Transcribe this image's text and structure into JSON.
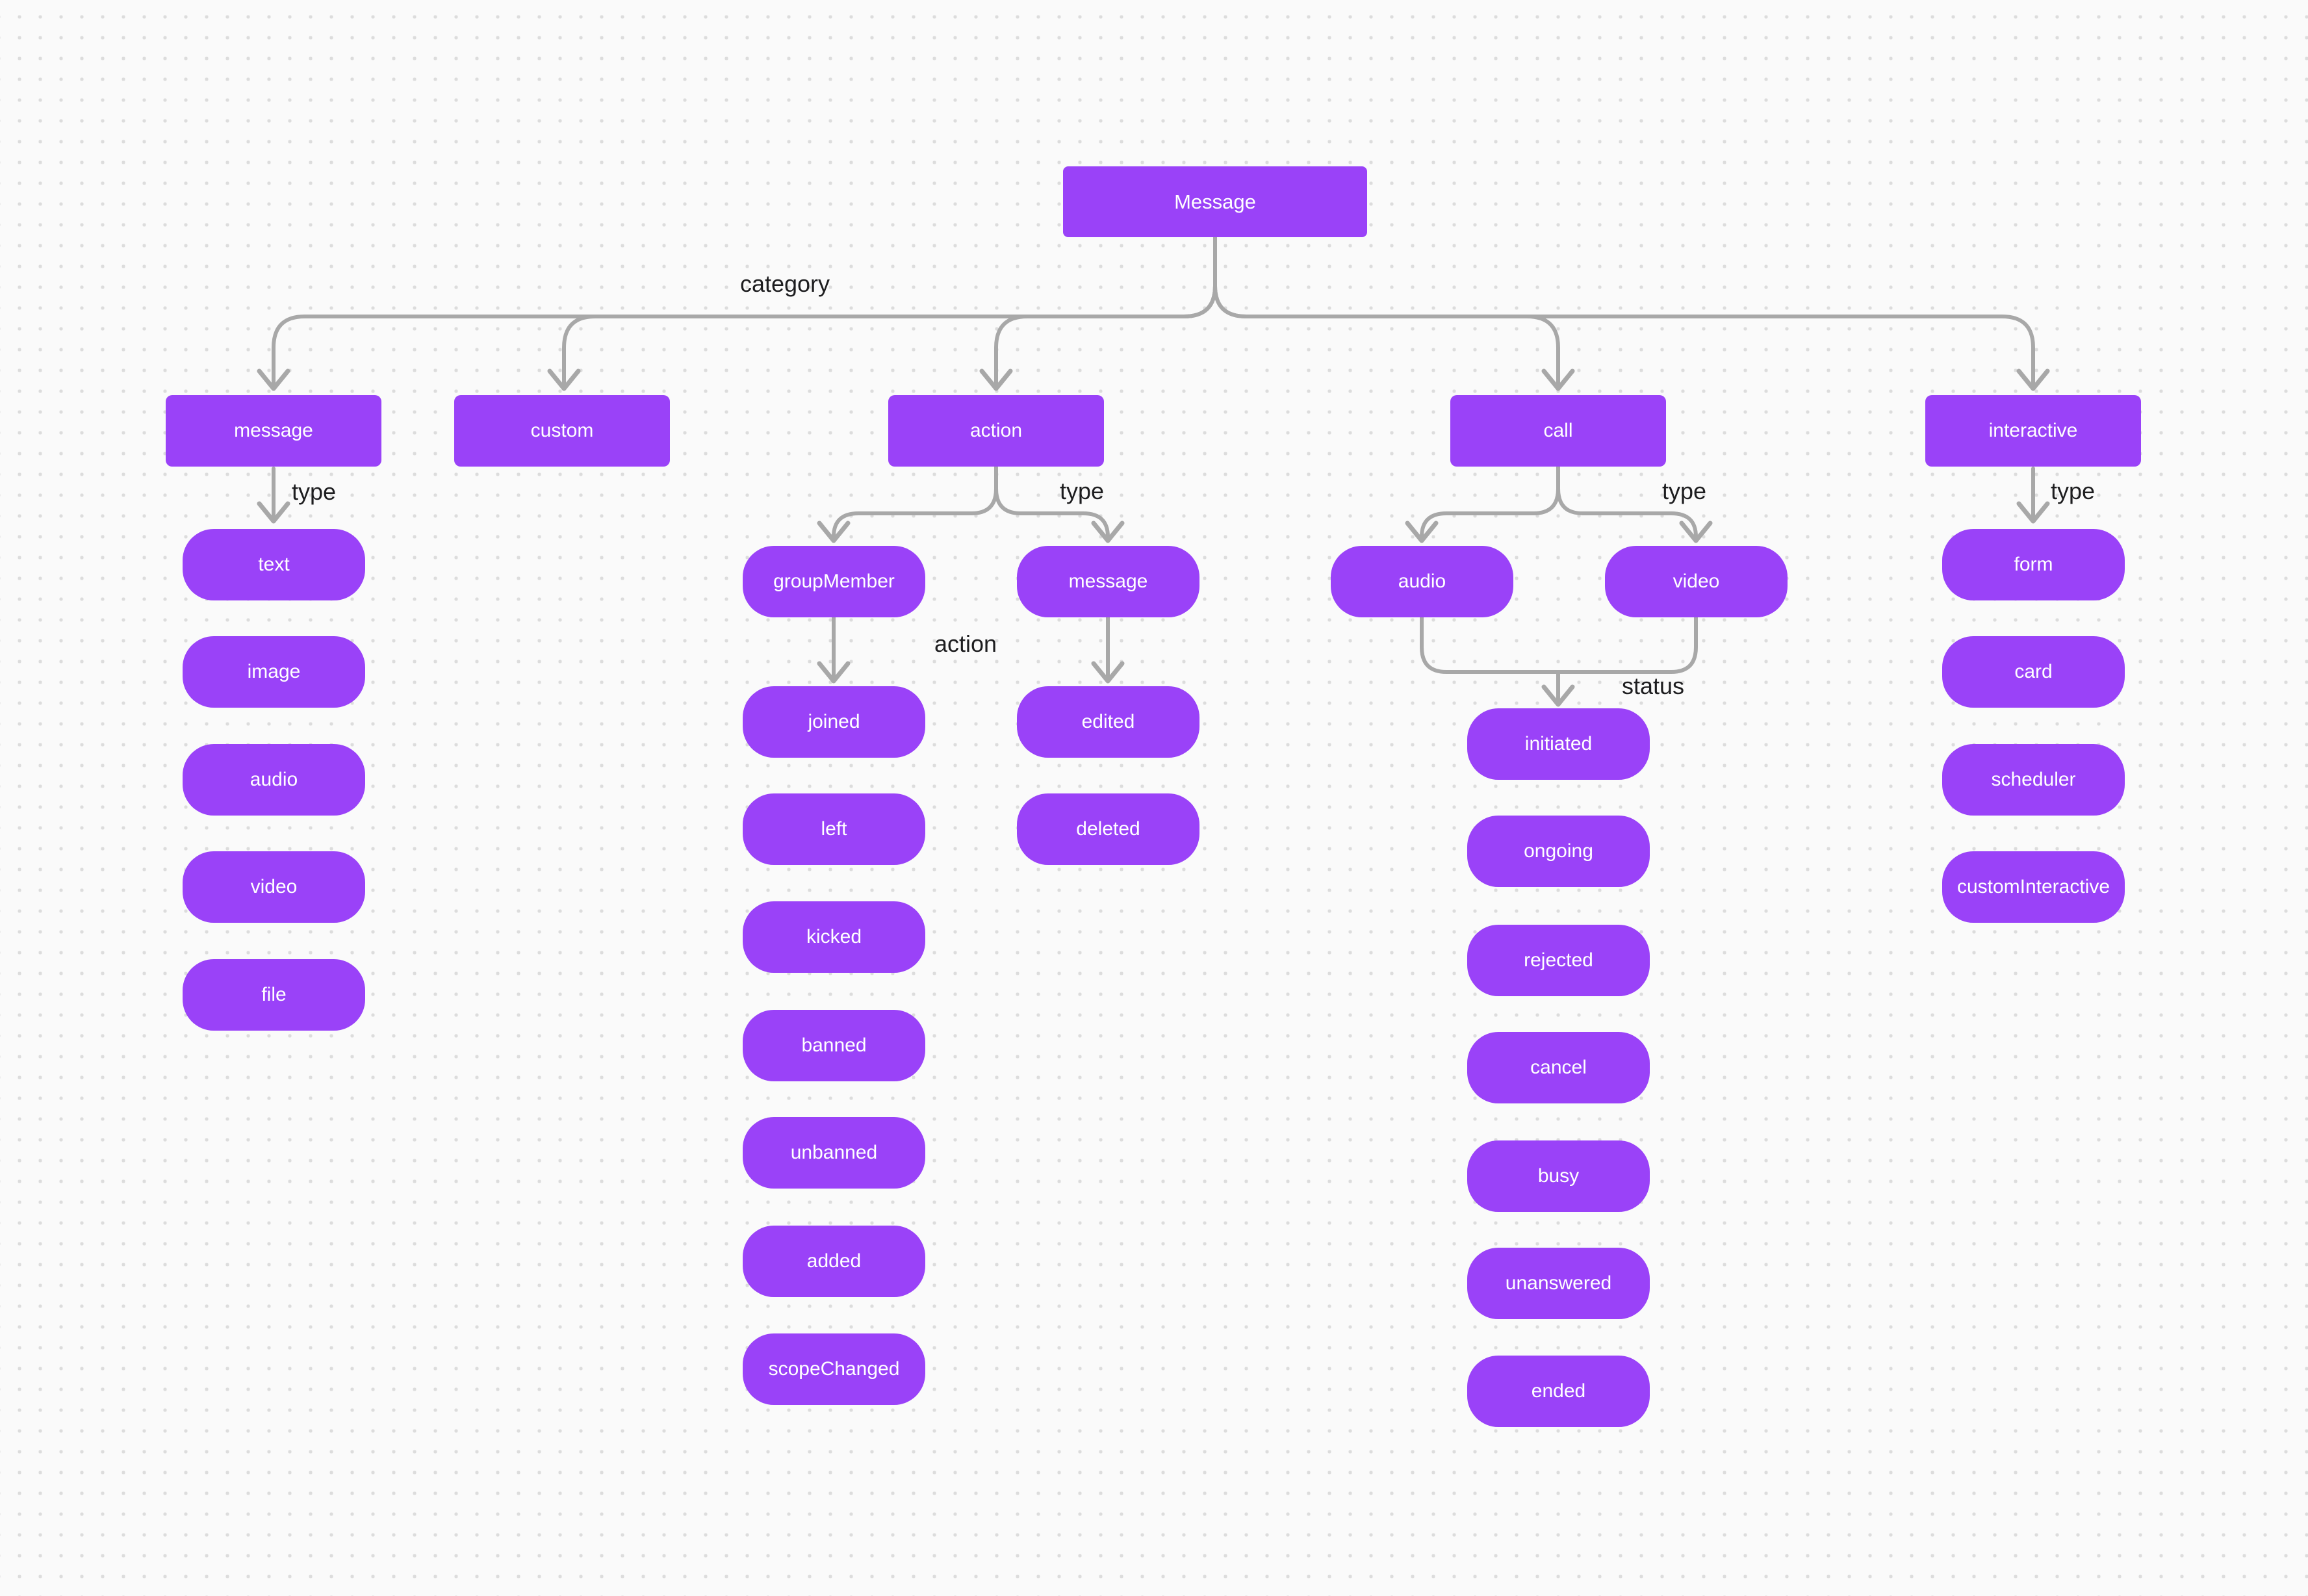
{
  "diagram": {
    "root": "Message",
    "edge_labels": {
      "category": "category",
      "type": "type",
      "action": "action",
      "status": "status"
    },
    "categories": {
      "message": "message",
      "custom": "custom",
      "action": "action",
      "call": "call",
      "interactive": "interactive"
    },
    "message_types": [
      "text",
      "image",
      "audio",
      "video",
      "file"
    ],
    "action_children": {
      "groupMember": "groupMember",
      "message": "message"
    },
    "group_member_actions": [
      "joined",
      "left",
      "kicked",
      "banned",
      "unbanned",
      "added",
      "scopeChanged"
    ],
    "message_actions": [
      "edited",
      "deleted"
    ],
    "call_types": [
      "audio",
      "video"
    ],
    "call_statuses": [
      "initiated",
      "ongoing",
      "rejected",
      "cancel",
      "busy",
      "unanswered",
      "ended"
    ],
    "interactive_types": [
      "form",
      "card",
      "scheduler",
      "customInteractive"
    ],
    "colors": {
      "node_fill": "#9a42f8",
      "node_text": "#ffffff",
      "connector": "#a8a8a8",
      "edge_label_text": "#1d1d1f",
      "background": "#fafafa",
      "grid_dot": "#dcdcdc"
    }
  }
}
